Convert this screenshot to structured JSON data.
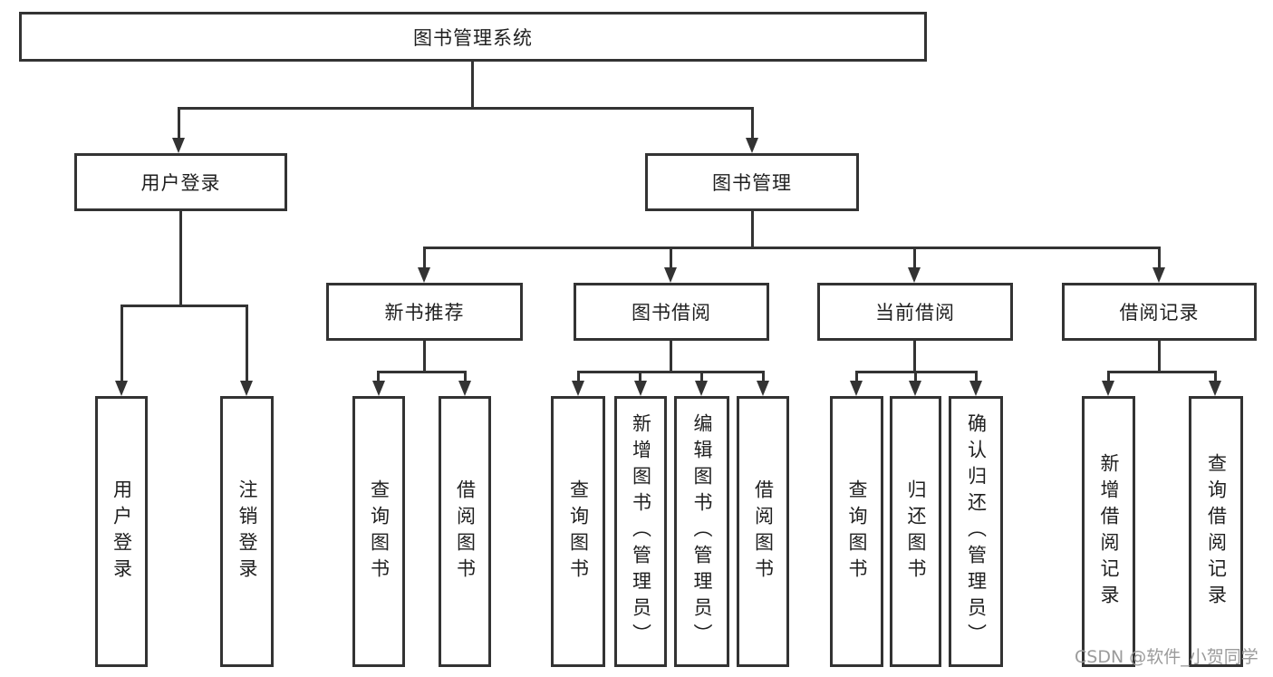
{
  "diagram_title": "图书管理系统",
  "tree": {
    "label": "图书管理系统",
    "children": [
      {
        "label": "用户登录",
        "children": [
          {
            "label": "用户登录"
          },
          {
            "label": "注销登录"
          }
        ]
      },
      {
        "label": "图书管理",
        "children": [
          {
            "label": "新书推荐",
            "children": [
              {
                "label": "查询图书"
              },
              {
                "label": "借阅图书"
              }
            ]
          },
          {
            "label": "图书借阅",
            "children": [
              {
                "label": "查询图书"
              },
              {
                "label": "新增图书（管理员）"
              },
              {
                "label": "编辑图书（管理员）"
              },
              {
                "label": "借阅图书"
              }
            ]
          },
          {
            "label": "当前借阅",
            "children": [
              {
                "label": "查询图书"
              },
              {
                "label": "归还图书"
              },
              {
                "label": "确认归还（管理员）"
              }
            ]
          },
          {
            "label": "借阅记录",
            "children": [
              {
                "label": "新增借阅记录"
              },
              {
                "label": "查询借阅记录"
              }
            ]
          }
        ]
      }
    ]
  },
  "watermark": {
    "text": "CSDN @软件_小贺同学"
  },
  "colors": {
    "line": "#333333",
    "text": "#1f1f1f",
    "background": "#ffffff",
    "watermark": "#9b9b9b"
  }
}
